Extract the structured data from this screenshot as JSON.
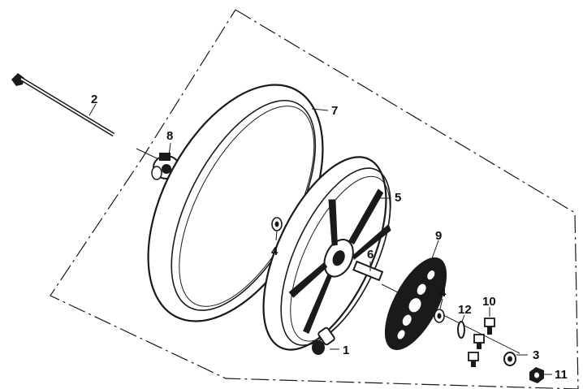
{
  "diagram": {
    "callouts": [
      {
        "id": "part-1",
        "label": "1",
        "part": "valve-stem"
      },
      {
        "id": "part-2",
        "label": "2",
        "part": "axle-shaft"
      },
      {
        "id": "part-3",
        "label": "3",
        "part": "spacer-collar"
      },
      {
        "id": "part-4a",
        "label": "4",
        "part": "bearing-left"
      },
      {
        "id": "part-4b",
        "label": "4",
        "part": "bearing-right"
      },
      {
        "id": "part-5",
        "label": "5",
        "part": "wheel-rim"
      },
      {
        "id": "part-6",
        "label": "6",
        "part": "distance-collar"
      },
      {
        "id": "part-7",
        "label": "7",
        "part": "tire"
      },
      {
        "id": "part-8",
        "label": "8",
        "part": "speedometer-gear-box"
      },
      {
        "id": "part-9",
        "label": "9",
        "part": "brake-disc"
      },
      {
        "id": "part-10",
        "label": "10",
        "part": "disc-bolt"
      },
      {
        "id": "part-11",
        "label": "11",
        "part": "axle-nut"
      },
      {
        "id": "part-12",
        "label": "12",
        "part": "oil-seal"
      }
    ],
    "colors": {
      "ink": "#1a1a1a",
      "background": "#ffffff"
    }
  }
}
